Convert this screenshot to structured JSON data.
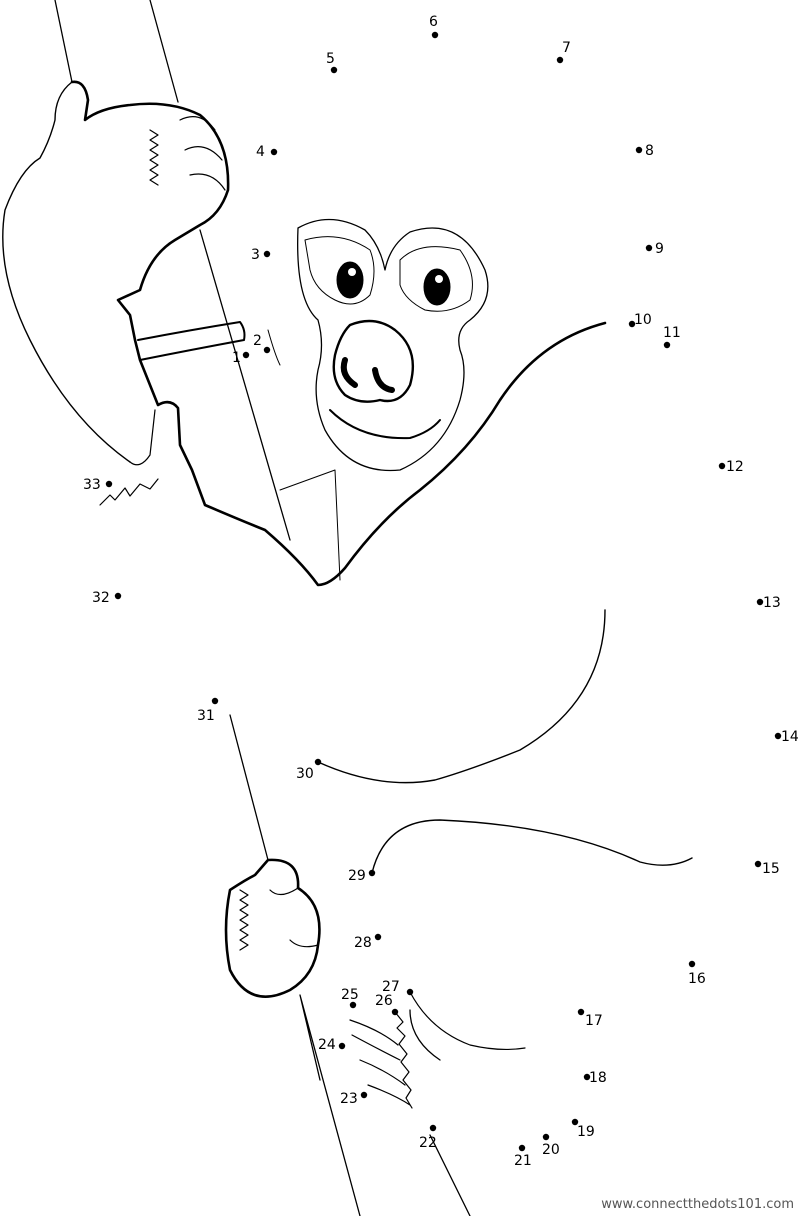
{
  "puzzle": {
    "dots": [
      "1",
      "2",
      "3",
      "4",
      "5",
      "6",
      "7",
      "8",
      "9",
      "10",
      "11",
      "12",
      "13",
      "14",
      "15",
      "16",
      "17",
      "18",
      "19",
      "20",
      "21",
      "22",
      "23",
      "24",
      "25",
      "26",
      "27",
      "28",
      "29",
      "30",
      "31",
      "32",
      "33"
    ]
  },
  "watermark": "www.connectthedots101.com",
  "colors": {
    "line": "#000000",
    "background": "#ffffff"
  }
}
